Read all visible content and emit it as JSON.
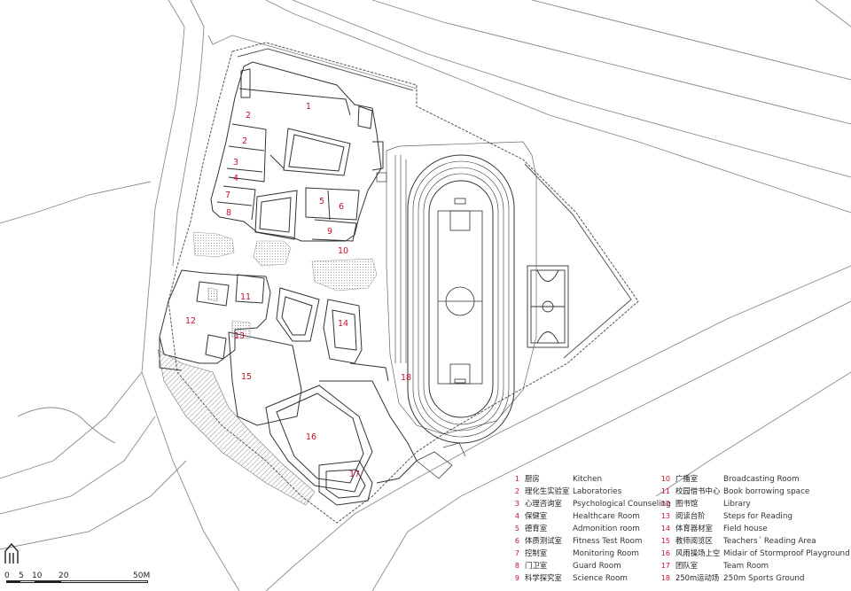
{
  "room_labels": [
    "1",
    "2",
    "2",
    "3",
    "4",
    "7",
    "8",
    "5",
    "6",
    "9",
    "10",
    "11",
    "12",
    "13",
    "14",
    "15",
    "16",
    "17",
    "18"
  ],
  "legend": [
    {
      "num": "1",
      "zh": "厨房",
      "en": "Kitchen"
    },
    {
      "num": "2",
      "zh": "理化生实验室",
      "en": "Laboratories"
    },
    {
      "num": "3",
      "zh": "心理咨询室",
      "en": "Psychological Counseling"
    },
    {
      "num": "4",
      "zh": "保健室",
      "en": "Healthcare Room"
    },
    {
      "num": "5",
      "zh": "德育室",
      "en": "Admonition room"
    },
    {
      "num": "6",
      "zh": "体质测试室",
      "en": "Fitness Test Room"
    },
    {
      "num": "7",
      "zh": "控制室",
      "en": "Monitoring Room"
    },
    {
      "num": "8",
      "zh": "门卫室",
      "en": "Guard Room"
    },
    {
      "num": "9",
      "zh": "科学探究室",
      "en": "Science Room"
    },
    {
      "num": "10",
      "zh": "广播室",
      "en": "Broadcasting Room"
    },
    {
      "num": "11",
      "zh": "校园借书中心",
      "en": "Book borrowing space"
    },
    {
      "num": "12",
      "zh": "图书馆",
      "en": "Library"
    },
    {
      "num": "13",
      "zh": "阅读台阶",
      "en": "Steps for Reading"
    },
    {
      "num": "14",
      "zh": "体育器材室",
      "en": "Field house"
    },
    {
      "num": "15",
      "zh": "教师阅览区",
      "en": "Teachers´ Reading Area"
    },
    {
      "num": "16",
      "zh": "风雨操场上空",
      "en": "Midair of Stormproof Playground"
    },
    {
      "num": "17",
      "zh": "团队室",
      "en": "Team Room"
    },
    {
      "num": "18",
      "zh": "250m运动场",
      "en": "250m Sports Ground"
    }
  ],
  "scale": {
    "labels": [
      "0",
      "5",
      "10",
      "20",
      "50M"
    ]
  },
  "colors": {
    "line": "#333333",
    "label": "#c8102e",
    "hatch": "#9a9a9a"
  },
  "icons": {
    "north": "north-arrow-icon",
    "basketball": "basketball-court-icon"
  }
}
